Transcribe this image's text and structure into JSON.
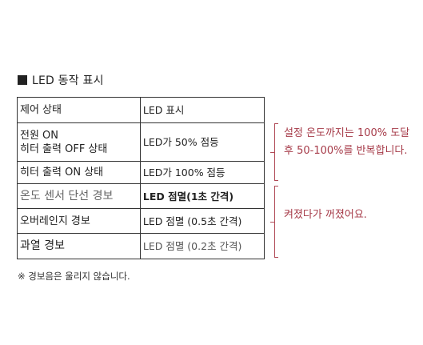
{
  "heading": "LED 동작 표시",
  "table": {
    "header": [
      "제어 상태",
      "LED 표시"
    ],
    "rows": [
      {
        "state_line1": "전원 ON",
        "state_line2": "히터 출력 OFF 상태",
        "led": "LED가 50% 점등"
      },
      {
        "state": "히터 출력 ON 상태",
        "led": "LED가 100% 점등"
      },
      {
        "state": "온도 센서 단선 경보",
        "led": "LED 점멸(1초 간격)"
      },
      {
        "state": "오버레인지 경보",
        "led": "LED 점멸 (0.5초 간격)"
      },
      {
        "state": "과열 경보",
        "led": "LED 점멸 (0.2초 간격)"
      }
    ]
  },
  "notes": {
    "dim_line1": "설정 온도까지는 100% 도달",
    "dim_line2": "후 50-100%를 반복합니다.",
    "blink": "켜졌다가 꺼졌어요."
  },
  "footnote": "※ 경보음은 울리지 않습니다.",
  "colors": {
    "accent": "#a63a48",
    "border": "#333333"
  }
}
